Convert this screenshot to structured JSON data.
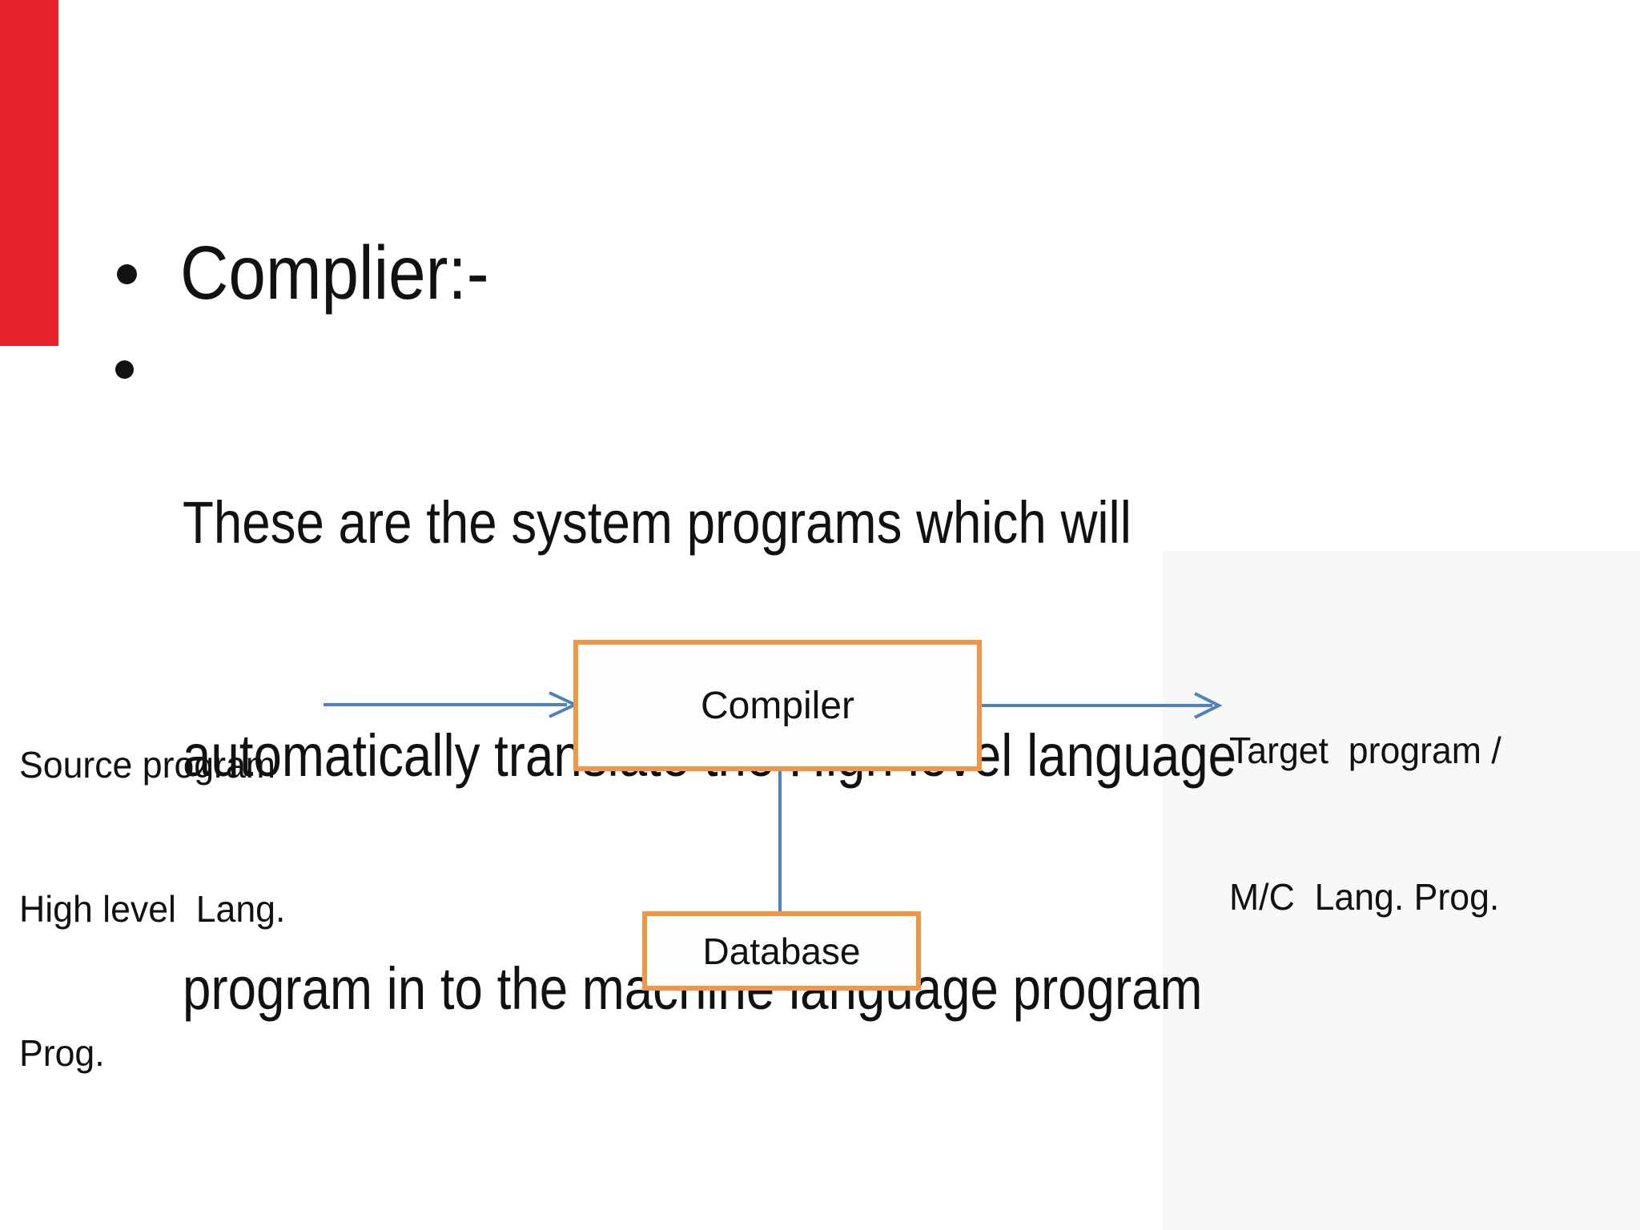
{
  "slide": {
    "background": "#ffffff",
    "accent_bar_color": "#e8232b",
    "text_color": "#111111",
    "title_bullet": {
      "text": "Complier:-"
    },
    "body_bullet": {
      "lines": [
        "These are the system programs which will",
        "automatically translate the High level language",
        "program in to the machine language program"
      ]
    }
  },
  "diagram": {
    "connector_color": "#4f81bd",
    "box_border_color": "#f0964a",
    "source_label": {
      "lines": [
        "Source program",
        "High level  Lang.",
        "Prog."
      ]
    },
    "compiler_box": {
      "label": "Compiler"
    },
    "database_box": {
      "label": "Database"
    },
    "target_label": {
      "lines": [
        "Target  program /",
        "M/C  Lang. Prog."
      ]
    }
  }
}
